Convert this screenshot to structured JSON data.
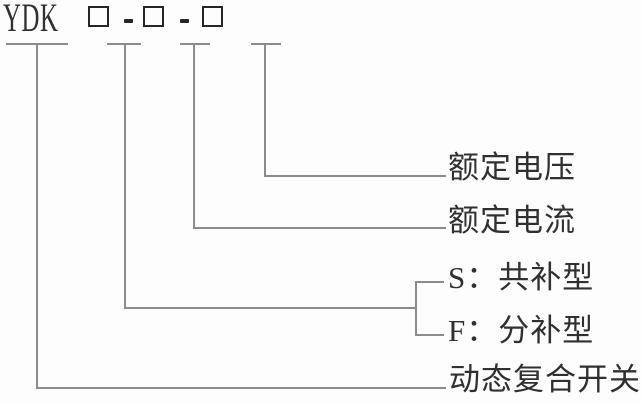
{
  "header": {
    "prefix": "YDK",
    "separator": "-",
    "placeholder_symbol": "□"
  },
  "labels": {
    "rated_voltage": "额定电压",
    "rated_current": "额定电流",
    "type_s": "S：共补型",
    "type_f": "F：分补型",
    "product_name": "动态复合开关"
  },
  "colors": {
    "background": "#fdfdfd",
    "text": "#303030",
    "line": "#8c8c8c",
    "box_border": "#262626"
  }
}
